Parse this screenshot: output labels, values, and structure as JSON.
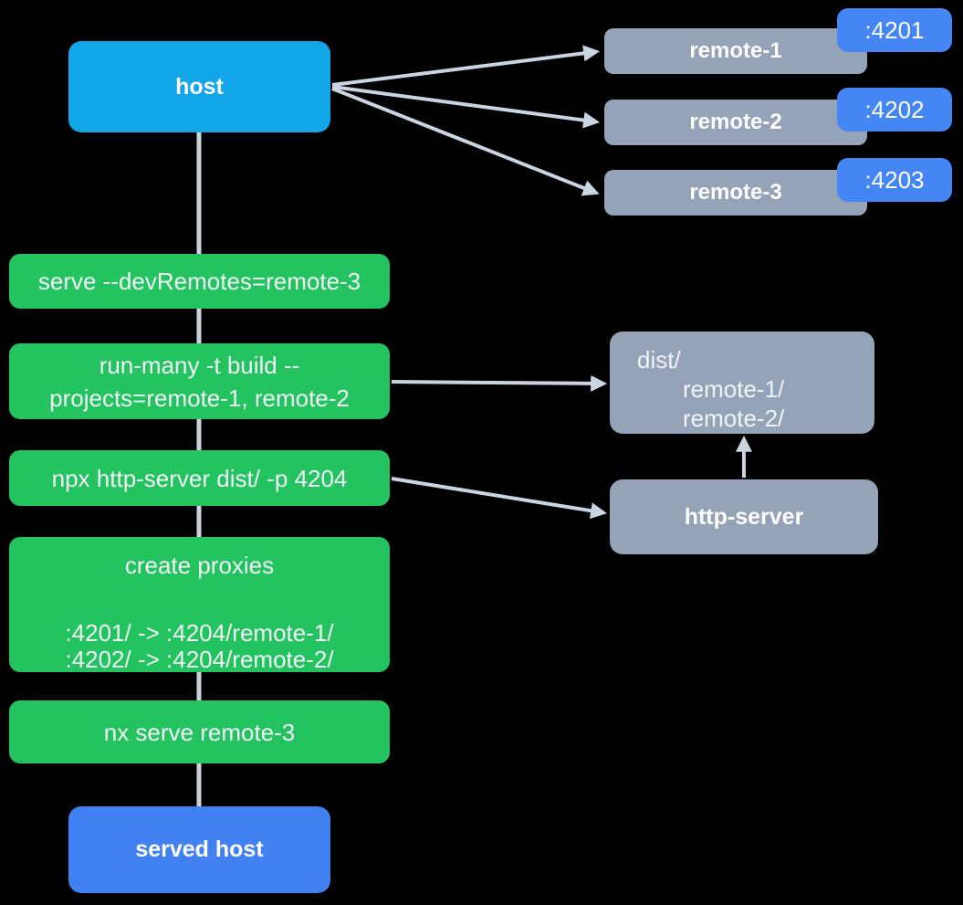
{
  "colors": {
    "background": "#000000",
    "host_node": "#10a6e8",
    "remote_node": "#94a3b8",
    "port_badge": "#4486f4",
    "command_step": "#23c45f",
    "served_host_node": "#4181f1",
    "connector": "#cbd5e1",
    "text": "#ffffff"
  },
  "nodes": {
    "host": {
      "label": "host"
    },
    "remotes": [
      {
        "label": "remote-1",
        "port": ":4201"
      },
      {
        "label": "remote-2",
        "port": ":4202"
      },
      {
        "label": "remote-3",
        "port": ":4203"
      }
    ],
    "steps": [
      {
        "label": "serve --devRemotes=remote-3"
      },
      {
        "lines": [
          "run-many -t build --",
          "projects=remote-1, remote-2"
        ]
      },
      {
        "label": "npx http-server dist/ -p 4204"
      },
      {
        "title": "create proxies",
        "lines": [
          ":4201/ -> :4204/remote-1/",
          ":4202/ -> :4204/remote-2/"
        ]
      },
      {
        "label": "nx serve remote-3"
      }
    ],
    "dist": {
      "lines": [
        "dist/",
        "remote-1/",
        "remote-2/"
      ]
    },
    "http_server": {
      "label": "http-server"
    },
    "served_host": {
      "label": "served host"
    }
  }
}
